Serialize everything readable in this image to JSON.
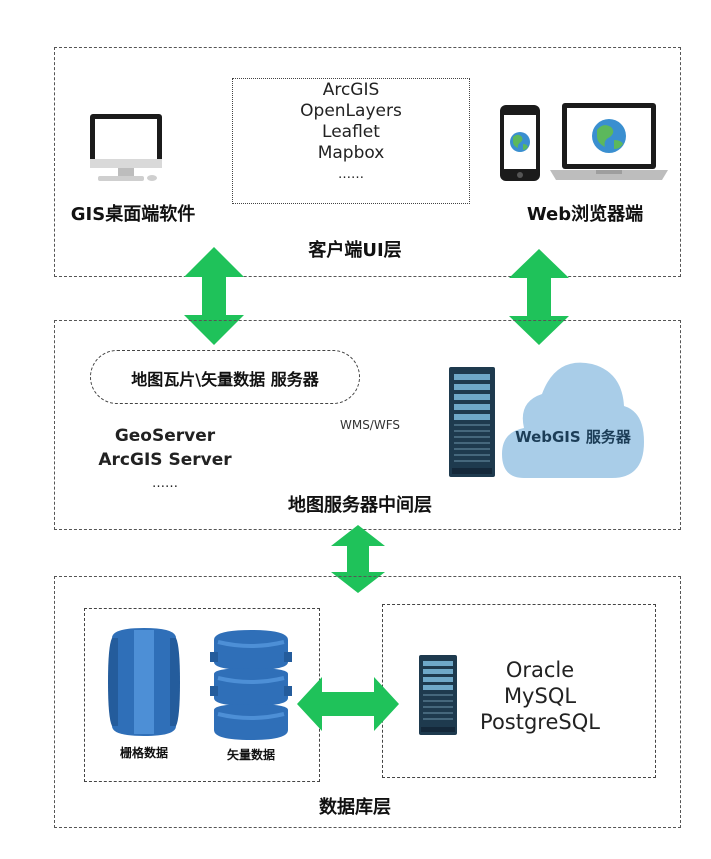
{
  "client_layer": {
    "title": "客户端UI层",
    "desktop_label": "GIS桌面端软件",
    "browser_label": "Web浏览器端",
    "libraries": [
      "ArcGIS",
      "OpenLayers",
      "Leaflet",
      "Mapbox",
      "……"
    ]
  },
  "middle_layer": {
    "title": "地图服务器中间层",
    "pill_label": "地图瓦片\\矢量数据 服务器",
    "protocol_label": "WMS/WFS",
    "servers": [
      "GeoServer",
      "ArcGIS Server",
      "……"
    ],
    "cloud_label": "WebGIS 服务器"
  },
  "data_layer": {
    "title": "数据库层",
    "raster_label": "栅格数据",
    "vector_label": "矢量数据",
    "databases": [
      "Oracle",
      "MySQL",
      "PostgreSQL"
    ]
  },
  "colors": {
    "arrow_green": "#1fc25a",
    "db_blue": "#2f6fb8",
    "db_blue_light": "#4d8fd6",
    "cloud_blue": "#a9cde8",
    "server_dark": "#1e3a4e"
  }
}
